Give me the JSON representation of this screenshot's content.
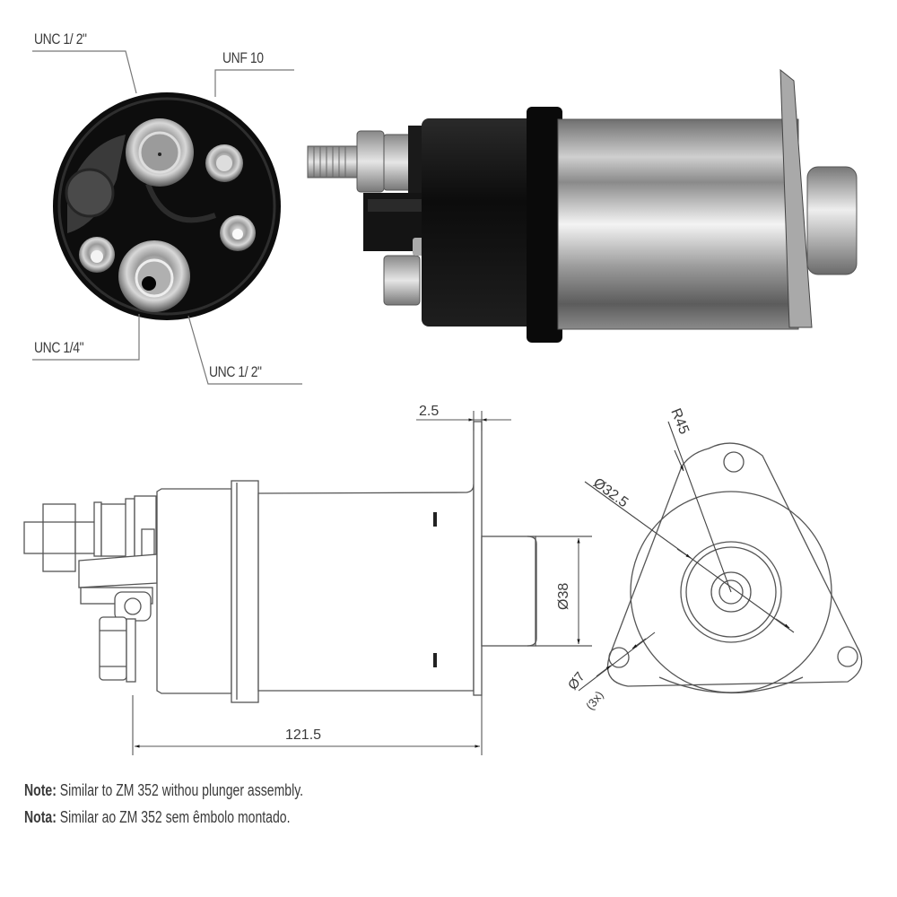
{
  "thread_labels": {
    "top_left": "UNC 1/ 2\"",
    "top_right": "UNF 10",
    "bottom_left": "UNC 1/4\"",
    "bottom_right": "UNC 1/ 2\""
  },
  "dimensions": {
    "flange_thickness": "2.5",
    "overall_length": "121.5",
    "plunger_diameter": "Ø38",
    "flange_radius": "R45",
    "body_diameter": "Ø32.5",
    "hole_diameter": "Ø7",
    "hole_count": "(3x)"
  },
  "notes": [
    {
      "prefix": "Note:",
      "text": " Similar to ZM 352 withou plunger assembly."
    },
    {
      "prefix": "Nota:",
      "text": " Similar ao ZM 352 sem êmbolo montado."
    }
  ],
  "colors": {
    "line": "#4a4a4a",
    "text": "#3a3a3a",
    "dark_body": "#111111",
    "metal": "#b8b8b8"
  }
}
